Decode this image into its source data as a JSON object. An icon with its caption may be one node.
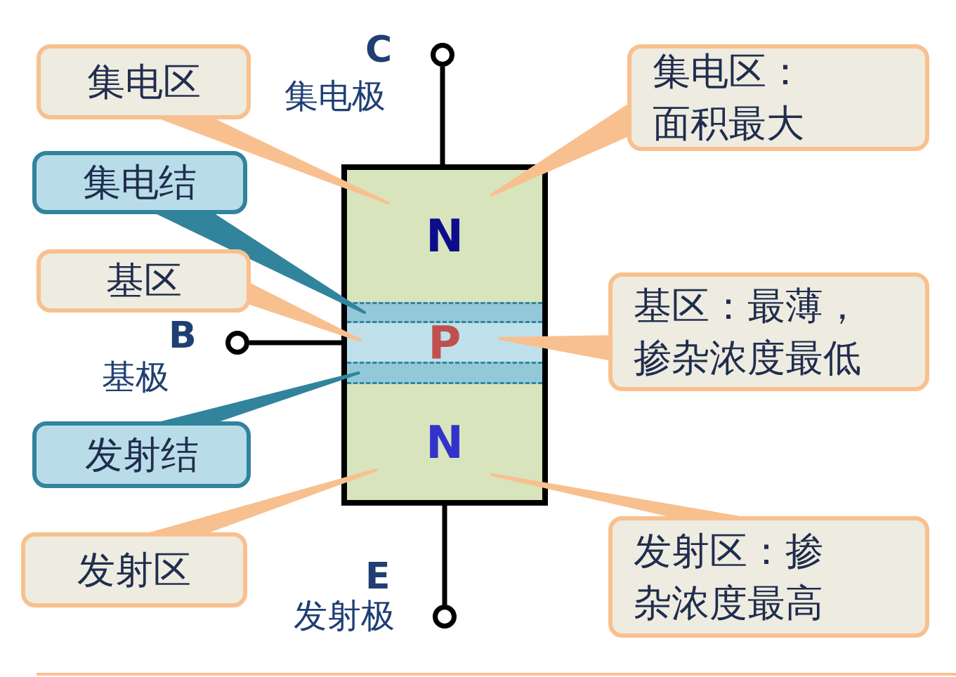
{
  "diagram": {
    "nodes": [
      {
        "text": [
          "集电区"
        ]
      },
      {
        "text": [
          "集电结"
        ]
      },
      {
        "text": [
          "基区"
        ]
      },
      {
        "text": [
          "发射结"
        ]
      },
      {
        "text": [
          "发射区"
        ]
      },
      {
        "text": [
          "集电区：面积最大"
        ]
      },
      {
        "text": [
          "基区：最薄，掺杂浓度最低"
        ]
      },
      {
        "text": [
          "发射区：掺杂浓度最高"
        ]
      },
      {
        "text": [
          "N"
        ]
      },
      {
        "text": [],
        "shape": "bar"
      },
      {
        "text": [
          "P"
        ]
      },
      {
        "text": [],
        "shape": "bar"
      },
      {
        "text": [
          "N"
        ]
      },
      {
        "text": [],
        "shape": "circle",
        "beside": [
          "C",
          "集电极"
        ]
      },
      {
        "text": [],
        "shape": "circle",
        "beside": [
          "B",
          "基极"
        ]
      },
      {
        "text": [],
        "shape": "circle",
        "beside": [
          "E",
          "发射极"
        ]
      }
    ],
    "edges": [
      {
        "from": 0,
        "to": 8,
        "arrow": "none"
      },
      {
        "from": 1,
        "to": 9,
        "arrow": "none",
        "color": "#31849b"
      },
      {
        "from": 2,
        "to": 10,
        "arrow": "none"
      },
      {
        "from": 3,
        "to": 11,
        "arrow": "none",
        "color": "#31849b"
      },
      {
        "from": 4,
        "to": 12,
        "arrow": "none"
      },
      {
        "from": 5,
        "to": 8,
        "arrow": "none"
      },
      {
        "from": 6,
        "to": 10,
        "arrow": "none"
      },
      {
        "from": 7,
        "to": 12,
        "arrow": "none"
      },
      {
        "from": 13,
        "to": 8,
        "arrow": "none",
        "color": "#000000"
      },
      {
        "from": 14,
        "to": 10,
        "arrow": "none",
        "color": "#000000"
      },
      {
        "from": 15,
        "to": 12,
        "arrow": "none",
        "color": "#000000"
      }
    ]
  }
}
